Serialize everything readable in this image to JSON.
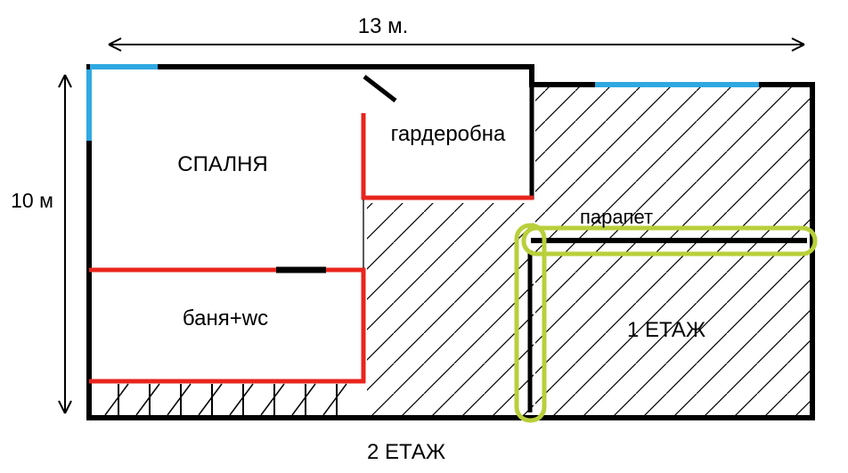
{
  "diagram": {
    "type": "floor-plan-sketch",
    "dimensions": {
      "width_label": "13 м.",
      "height_label": "10 м"
    },
    "labels": {
      "bedroom": "СПАЛНЯ",
      "wardrobe": "гардеробна",
      "bathroom": "баня+wc",
      "parapet": "парапет",
      "floor_1": "1 ЕТАЖ",
      "floor_2": "2 ЕТАЖ"
    }
  },
  "colors": {
    "wall": "#000000",
    "interior_wall": "#e8251d",
    "window": "#2fa8e1",
    "parapet_highlight": "#b9cf3b"
  }
}
